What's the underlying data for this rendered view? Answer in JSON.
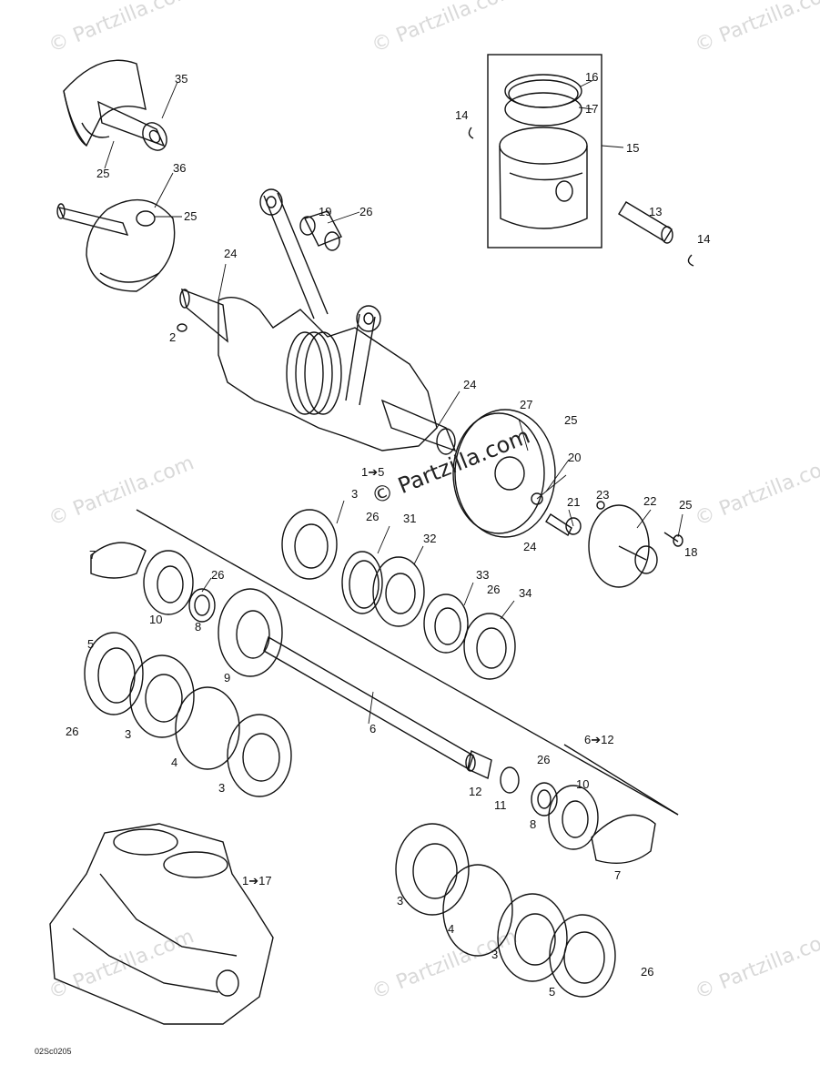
{
  "watermark": "© Partzilla.com",
  "center_watermark": "© Partzilla.com",
  "diagram_code": "02Sc0205",
  "labels": {
    "l35": "35",
    "l25a": "25",
    "l36": "36",
    "l25b": "25",
    "l24a": "24",
    "l2": "2",
    "l19": "19",
    "l26a": "26",
    "l16": "16",
    "l17": "17",
    "l14a": "14",
    "l15": "15",
    "l13": "13",
    "l14b": "14",
    "l24b": "24",
    "l27": "27",
    "l25c": "25",
    "l1to5": "1➔5",
    "l20": "20",
    "l21": "21",
    "l23": "23",
    "l22": "22",
    "l25d": "25",
    "l24c": "24",
    "l18": "18",
    "l3a": "3",
    "l26b": "26",
    "l31": "31",
    "l32": "32",
    "l7a": "7",
    "l26c": "26",
    "l10a": "10",
    "l8a": "8",
    "l9": "9",
    "l33": "33",
    "l26d": "26",
    "l34": "34",
    "l5a": "5",
    "l26e": "26",
    "l3b": "3",
    "l4a": "4",
    "l3c": "3",
    "l6": "6",
    "l6to12": "6➔12",
    "l12": "12",
    "l11": "11",
    "l26f": "26",
    "l10b": "10",
    "l8b": "8",
    "l7b": "7",
    "l1to17": "1➔17",
    "l3d": "3",
    "l4b": "4",
    "l3e": "3",
    "l5b": "5",
    "l26g": "26"
  }
}
